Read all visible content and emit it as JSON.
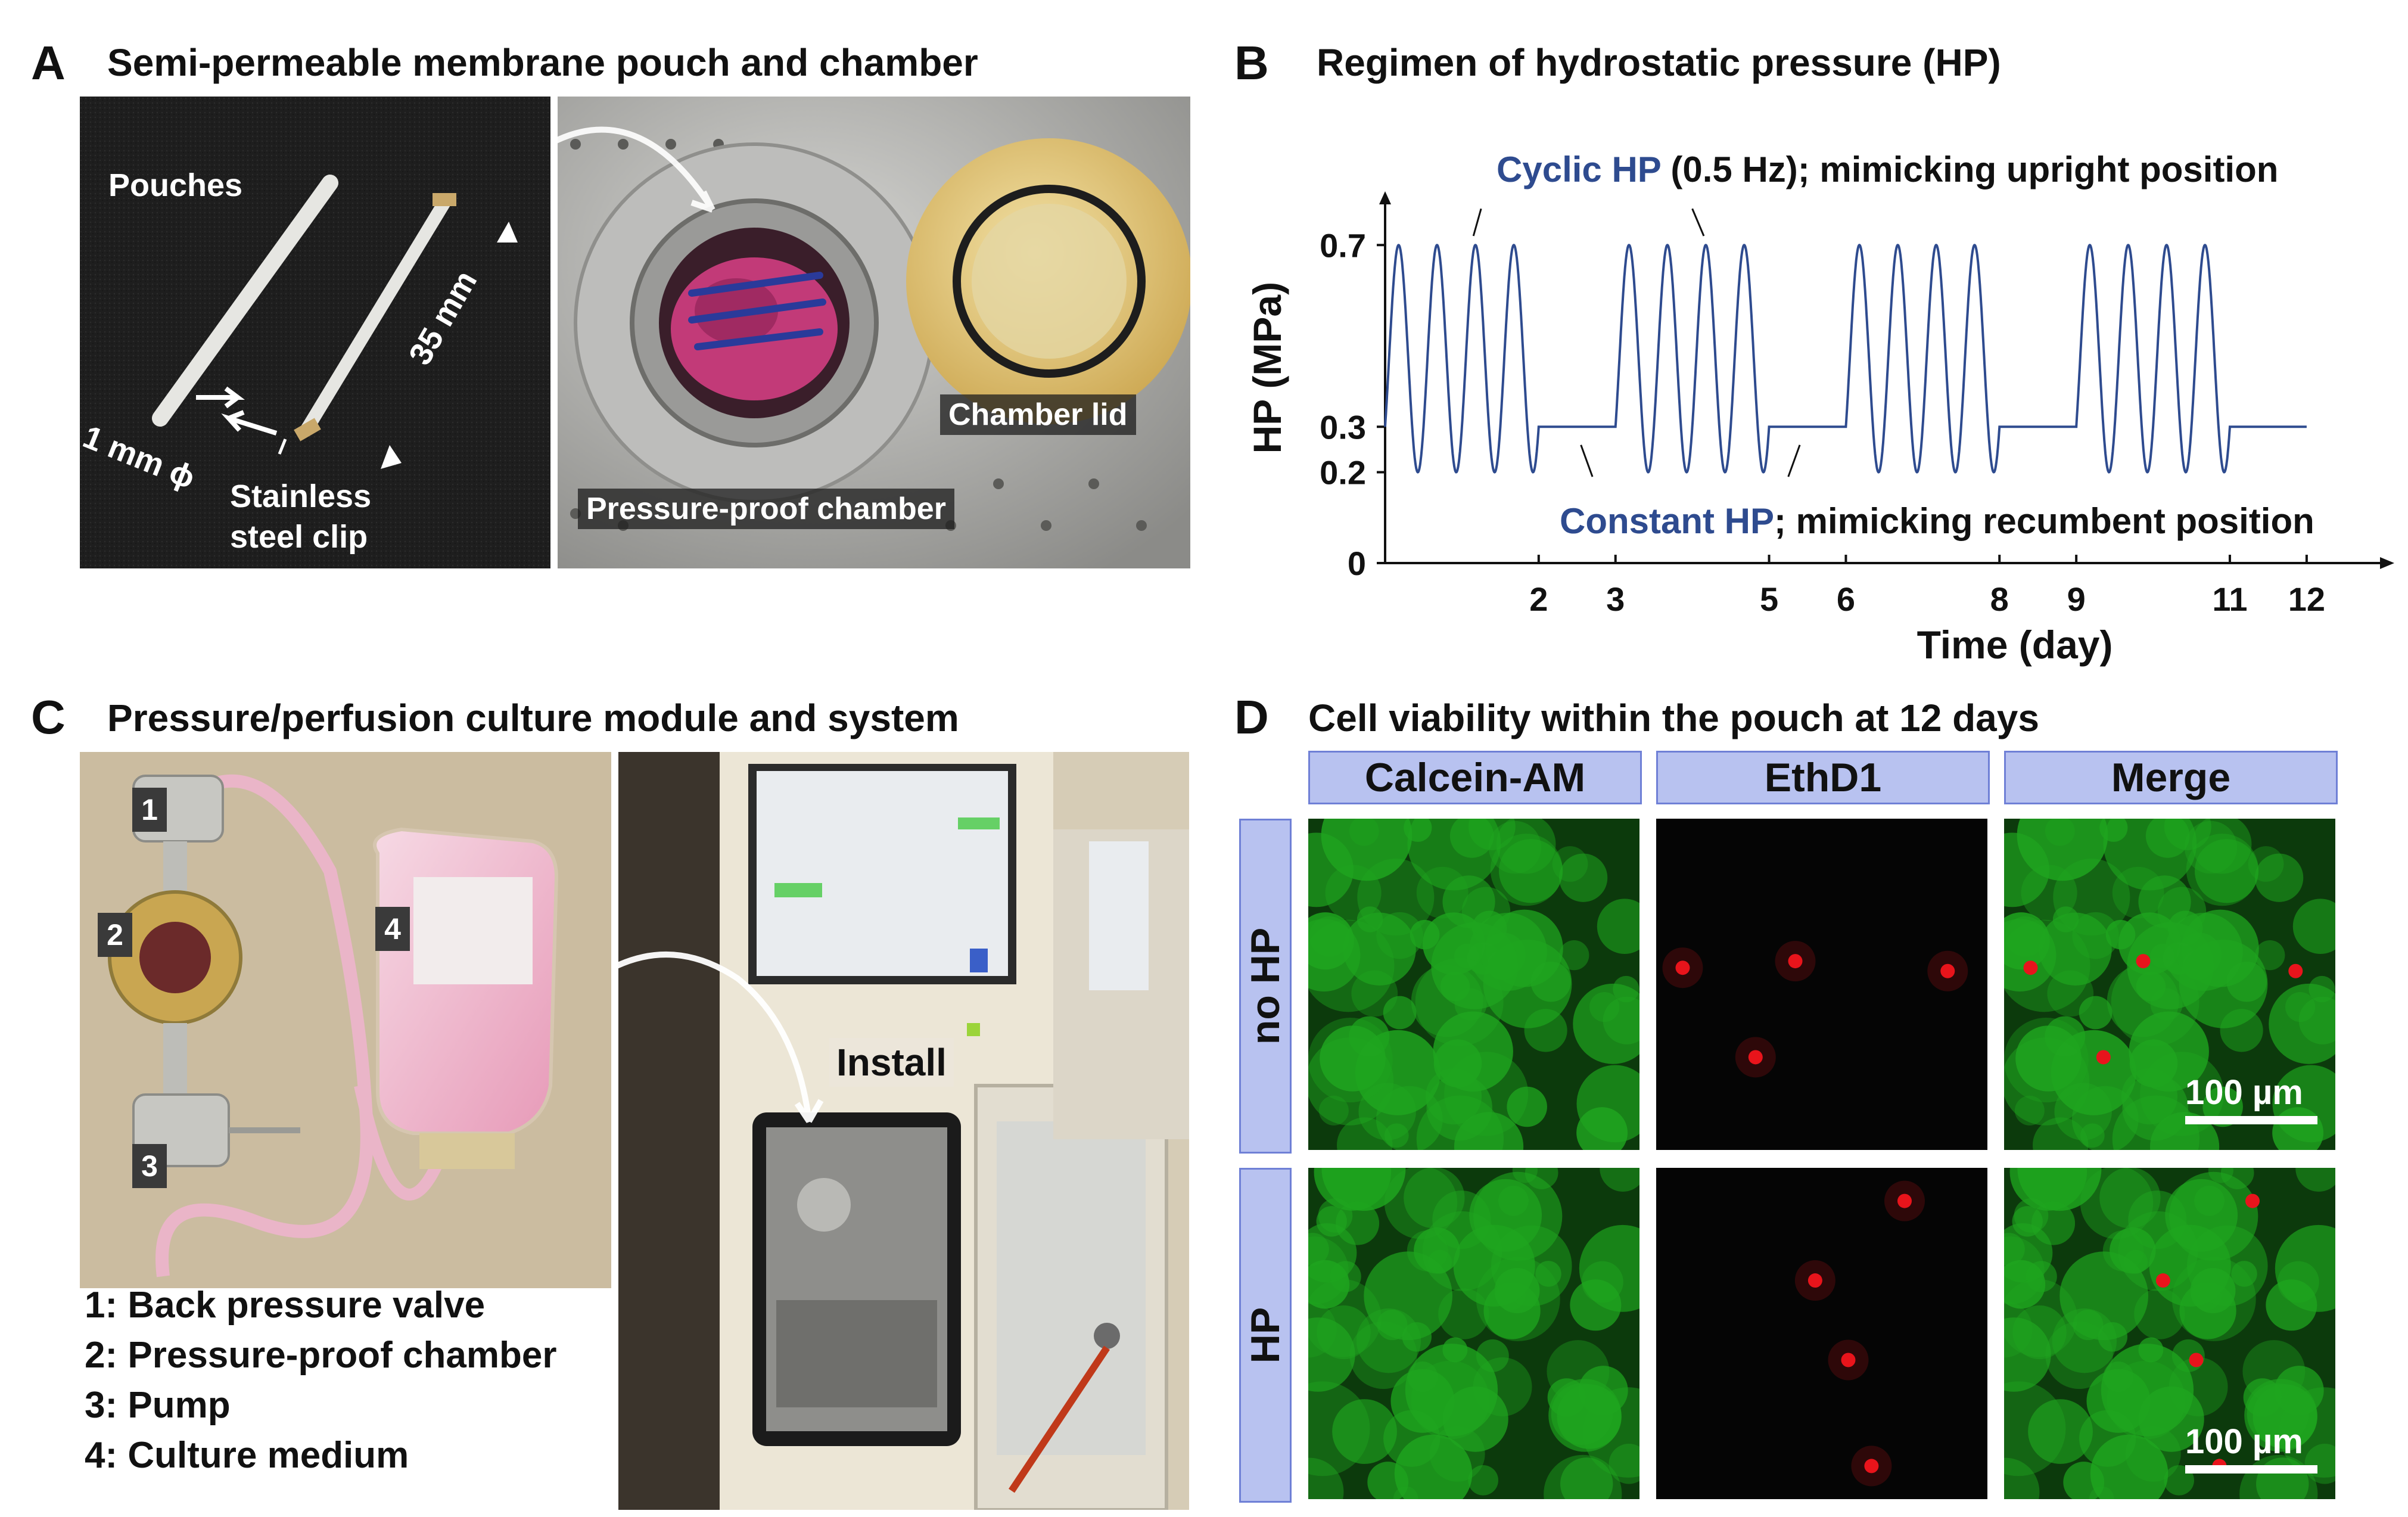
{
  "panel_a": {
    "letter": "A",
    "title": "Semi-permeable membrane pouch and chamber",
    "labels": {
      "pouches": "Pouches",
      "diameter": "1 mm ϕ",
      "length": "35 mm",
      "clip_line1": "Stainless",
      "clip_line2": "steel clip",
      "chamber": "Pressure-proof chamber",
      "lid": "Chamber lid"
    }
  },
  "panel_b": {
    "letter": "B",
    "title": "Regimen of hydrostatic pressure (HP)",
    "cyclic_part1": "Cyclic HP",
    "cyclic_part2": " (0.5 Hz); mimicking upright position",
    "constant_part1": "Constant HP",
    "constant_part2": "; mimicking recumbent position",
    "colors": {
      "line": "#2e4b8f",
      "accent_text": "#2e4b8f",
      "axis": "#111111"
    }
  },
  "chart_data": {
    "type": "line",
    "title": "Regimen of hydrostatic pressure (HP)",
    "xlabel": "Time (day)",
    "ylabel": "HP (MPa)",
    "xlim": [
      0,
      12.8
    ],
    "ylim": [
      0,
      0.8
    ],
    "xticks": [
      2,
      3,
      5,
      6,
      8,
      9,
      11,
      12
    ],
    "yticks": [
      0,
      0.2,
      0.3,
      0.7
    ],
    "grid": false,
    "series": [
      {
        "segments": [
          {
            "kind": "cyclic",
            "start": 0,
            "end": 2,
            "min": 0.2,
            "max": 0.7,
            "baseline": 0.3,
            "visible_cycles": 4
          },
          {
            "kind": "constant",
            "start": 2,
            "end": 3,
            "value": 0.3
          },
          {
            "kind": "cyclic",
            "start": 3,
            "end": 5,
            "min": 0.2,
            "max": 0.7,
            "baseline": 0.3,
            "visible_cycles": 4
          },
          {
            "kind": "constant",
            "start": 5,
            "end": 6,
            "value": 0.3
          },
          {
            "kind": "cyclic",
            "start": 6,
            "end": 8,
            "min": 0.2,
            "max": 0.7,
            "baseline": 0.3,
            "visible_cycles": 4
          },
          {
            "kind": "constant",
            "start": 8,
            "end": 9,
            "value": 0.3
          },
          {
            "kind": "cyclic",
            "start": 9,
            "end": 11,
            "min": 0.2,
            "max": 0.7,
            "baseline": 0.3,
            "visible_cycles": 4
          },
          {
            "kind": "constant",
            "start": 11,
            "end": 12,
            "value": 0.3
          }
        ]
      }
    ]
  },
  "panel_c": {
    "letter": "C",
    "title": "Pressure/perfusion culture module and system",
    "markers": [
      "1",
      "2",
      "3",
      "4"
    ],
    "install": "Install",
    "legend": [
      "1: Back pressure valve",
      "2: Pressure-proof chamber",
      "3: Pump",
      "4: Culture medium"
    ]
  },
  "panel_d": {
    "letter": "D",
    "title": "Cell viability within the pouch at 12 days",
    "columns": [
      "Calcein-AM",
      "EthD1",
      "Merge"
    ],
    "rows": [
      "no HP",
      "HP"
    ],
    "scale_bar": "100 µm",
    "colors": {
      "header_fill": "#b8c2f0",
      "header_border": "#6f80d6",
      "calcein": "#1fa51f",
      "ethd1": "#e8141c"
    }
  }
}
